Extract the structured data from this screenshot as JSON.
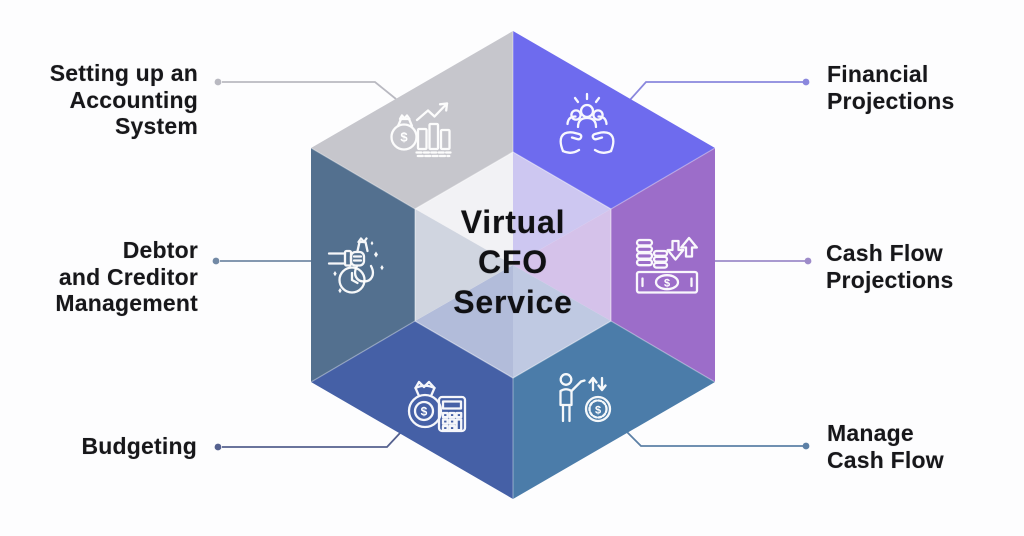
{
  "title_lines": [
    "Virtual",
    "CFO",
    "Service"
  ],
  "labels": {
    "accounting": [
      "Setting up an",
      "Accounting",
      "System"
    ],
    "financial": [
      "Financial",
      "Projections"
    ],
    "cashflow": [
      "Cash Flow",
      "Projections"
    ],
    "manage": [
      "Manage",
      "Cash Flow"
    ],
    "budgeting": [
      "Budgeting"
    ],
    "debtor": [
      "Debtor",
      "and Creditor",
      "Management"
    ]
  },
  "icons": {
    "accounting": "money-bag-growth-chart-icon",
    "financial": "hands-holding-team-icon",
    "cashflow": "coins-banknote-arrows-icon",
    "manage": "person-coin-arrows-icon",
    "budgeting": "money-bag-calculator-icon",
    "debtor": "hand-money-bag-clock-icon",
    "currency_symbol": "$"
  },
  "colors": {
    "segments": {
      "accounting": "#c6c6cc",
      "financial": "#6e6bee",
      "cashflow": "#9c6dc9",
      "manage": "#4b7ca9",
      "budgeting": "#4560a6",
      "debtor": "#53708f"
    },
    "inner_facets": {
      "top_left": "#f2f2f5",
      "top_right": "#cdc7f1",
      "right": "#d5c2ea",
      "bottom_right": "#bfc9e2",
      "bottom_left": "#b2bcda",
      "left": "#d0d5e0"
    },
    "connectors": {
      "accounting": "#b9b9c1",
      "financial": "#8a87dd",
      "cashflow": "#9d8bc9",
      "manage": "#5c80a6",
      "budgeting": "#55618f",
      "debtor": "#7289a5"
    },
    "title_text": "#101013",
    "label_text": "#17171a"
  }
}
